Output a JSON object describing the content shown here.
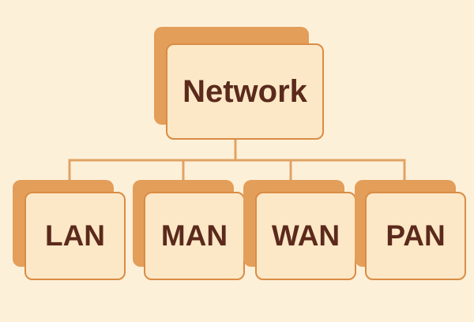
{
  "diagram": {
    "colors": {
      "background": "#fdf0d9",
      "box_fill": "#fce8c6",
      "box_border": "#d98c45",
      "shadow": "#e39e5a",
      "connector": "#e0a365",
      "text": "#5b2a1c"
    },
    "root": {
      "label": "Network"
    },
    "children": [
      {
        "label": "LAN"
      },
      {
        "label": "MAN"
      },
      {
        "label": "WAN"
      },
      {
        "label": "PAN"
      }
    ]
  }
}
